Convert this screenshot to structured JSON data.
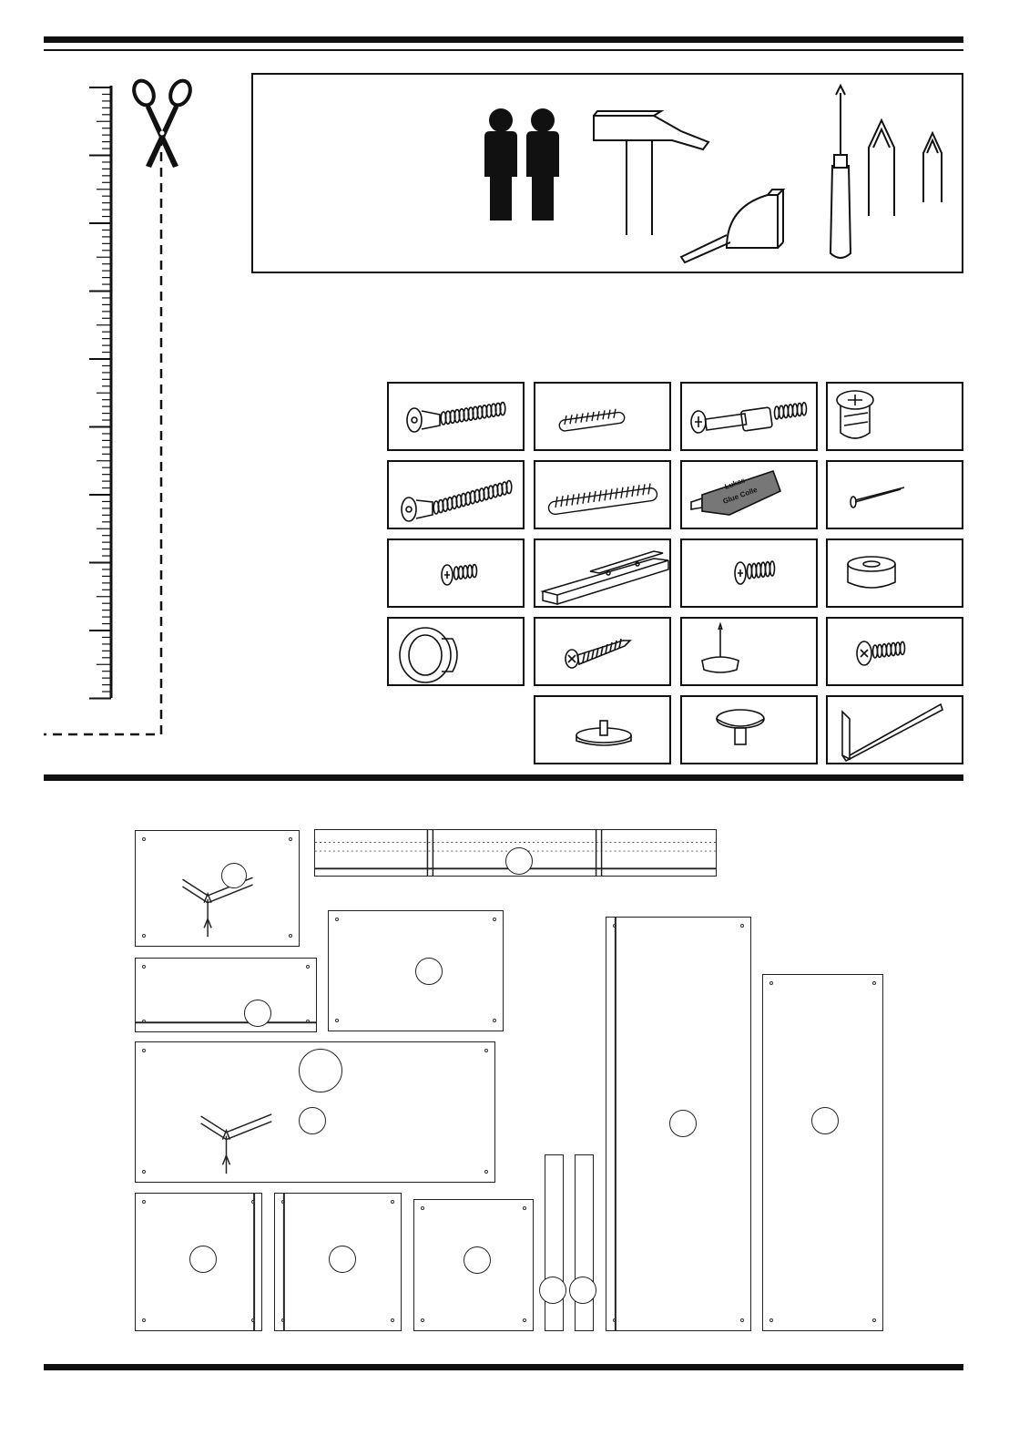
{
  "header": {
    "divider": "top-rule"
  },
  "ruler": {
    "icon": "ruler-icon",
    "cut_icon": "scissors-icon"
  },
  "tools": {
    "people": "two-person-icon",
    "hammer": "hammer-icon",
    "tape": "tape-measure-icon",
    "screwdriver": "screwdriver-icon",
    "bits": [
      "phillips-bit-icon",
      "flat-bit-icon"
    ]
  },
  "glue": {
    "brand": "Lukas",
    "label": "Glue Colle"
  },
  "hardware": [
    "cam-bolt-long",
    "wooden-dowel-short",
    "connector-bolt",
    "cam-lock",
    "cam-bolt-longer",
    "wooden-dowel-long",
    "glue-tube",
    "nail",
    "short-screw",
    "drawer-runner",
    "short-screw-2",
    "spacer-ring",
    "knob",
    "wood-screw",
    "nail-glide",
    "machine-screw",
    "furniture-glide",
    "shelf-support",
    "allen-key"
  ],
  "colors": {
    "ink": "#111111",
    "paper": "#ffffff"
  }
}
